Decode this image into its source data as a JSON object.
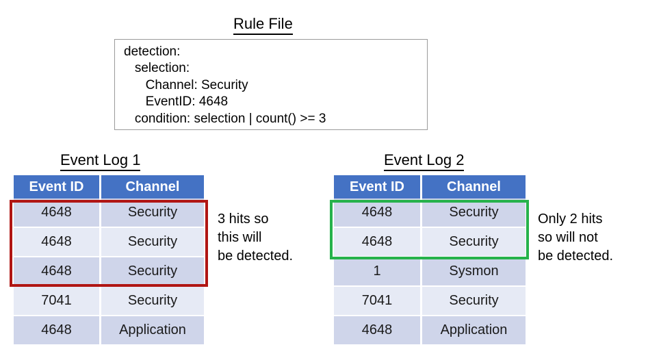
{
  "rule_file": {
    "title": "Rule File",
    "code": "detection:\n   selection:\n      Channel: Security\n      EventID: 4648\n   condition: selection | count() >= 3"
  },
  "logs": [
    {
      "title": "Event Log 1",
      "columns": [
        "Event ID",
        "Channel"
      ],
      "rows": [
        {
          "event_id": "4648",
          "channel": "Security"
        },
        {
          "event_id": "4648",
          "channel": "Security"
        },
        {
          "event_id": "4648",
          "channel": "Security"
        },
        {
          "event_id": "7041",
          "channel": "Security"
        },
        {
          "event_id": "4648",
          "channel": "Application"
        }
      ],
      "annotation": "3 hits so\nthis will\nbe detected.",
      "highlight_color": "#B01513",
      "highlight_rows": 3
    },
    {
      "title": "Event Log 2",
      "columns": [
        "Event ID",
        "Channel"
      ],
      "rows": [
        {
          "event_id": "4648",
          "channel": "Security"
        },
        {
          "event_id": "4648",
          "channel": "Security"
        },
        {
          "event_id": "1",
          "channel": "Sysmon"
        },
        {
          "event_id": "7041",
          "channel": "Security"
        },
        {
          "event_id": "4648",
          "channel": "Application"
        }
      ],
      "annotation": "Only 2 hits\nso will not\nbe detected.",
      "highlight_color": "#26B24B",
      "highlight_rows": 2
    }
  ],
  "colors": {
    "header_blue": "#4472C4",
    "band_dark": "#CFD5EA",
    "band_light": "#E6EAF5",
    "match_red": "#B01513",
    "match_green": "#26B24B",
    "box_border": "#9A9A9A"
  }
}
